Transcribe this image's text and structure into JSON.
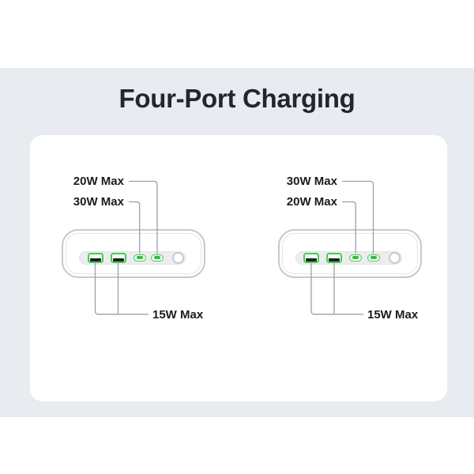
{
  "title": "Four-Port Charging",
  "devices": [
    {
      "id": "left",
      "top_label": "20W Max",
      "second_label": "30W Max",
      "bottom_label": "15W Max",
      "top_label_target": "usb-c-port-2",
      "second_label_target": "usb-c-port-1",
      "bottom_label_target": "usb-a-ports",
      "ports": [
        "USB-A",
        "USB-A",
        "USB-C",
        "USB-C"
      ],
      "has_power_button": true
    },
    {
      "id": "right",
      "top_label": "30W Max",
      "second_label": "20W Max",
      "bottom_label": "15W Max",
      "top_label_target": "usb-c-port-2",
      "second_label_target": "usb-c-port-1",
      "bottom_label_target": "usb-a-ports",
      "ports": [
        "USB-A",
        "USB-A",
        "USB-C",
        "USB-C"
      ],
      "has_power_button": true
    }
  ],
  "colors": {
    "band_bg": "#e8ecf1",
    "panel_bg": "#ffffff",
    "title_text": "#23262b",
    "label_text": "#1a1c1f",
    "outline_gray": "#c6c9cc",
    "inner_outline_gray": "#e3e5e8",
    "strip_bg": "#ededef",
    "callout_line": "#9ca1a6",
    "port_green": "#43cf53",
    "port_green_dark": "#2fbd44",
    "port_fill": "#f2fcf0",
    "usb_slot_black": "#1f2124"
  }
}
